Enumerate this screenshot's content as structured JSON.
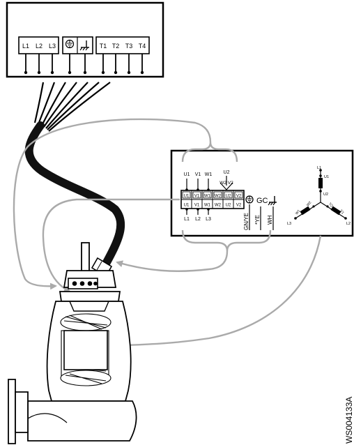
{
  "control_box": {
    "terminals": [
      "L1",
      "L2",
      "L3",
      "T1",
      "T2",
      "T3",
      "T4"
    ]
  },
  "terminal_block": {
    "top_labels": [
      "U1",
      "V1",
      "W1"
    ],
    "top_u2_label": "U2",
    "wv_label": "W2 V2",
    "row_upper": [
      "U1",
      "V1",
      "W1",
      "W2",
      "U2",
      "V2"
    ],
    "row_lower": [
      "U1",
      "V1",
      "W1",
      "W2",
      "U2",
      "V2"
    ],
    "bottom_labels": [
      "L1",
      "L2",
      "L3"
    ],
    "gc_label": "GC",
    "wire_labels": [
      "GN/YE",
      "*YE",
      "WH"
    ]
  },
  "star": {
    "l1": "L1",
    "u1": "U1",
    "u2": "U2",
    "w1": "W1",
    "w2": "W2",
    "v2": "V2",
    "v1": "V1",
    "l3": "L3",
    "l2": "L2"
  },
  "figure_code": "WS004133A",
  "colors": {
    "line": "#000000",
    "arrow": "#aaaaaa",
    "cable": "#111111"
  }
}
